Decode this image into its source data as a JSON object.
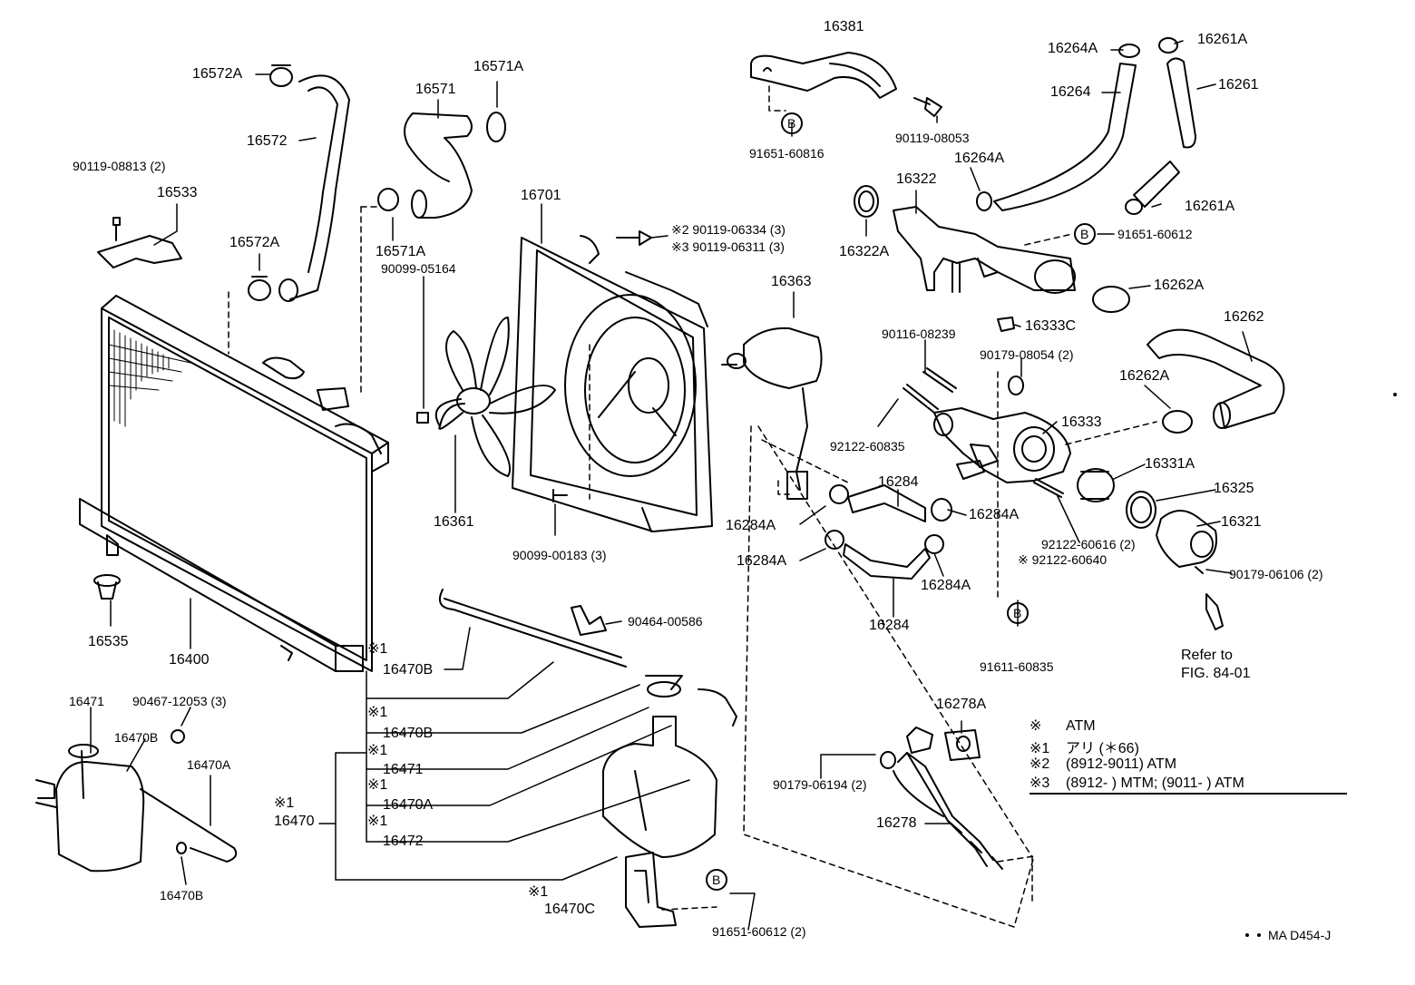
{
  "labels": {
    "p16381": "16381",
    "p16264A_a": "16264A",
    "p16261A_a": "16261A",
    "p16264": "16264",
    "p16261": "16261",
    "p90119_08053": "90119-08053",
    "p91651_60816": "91651-60816",
    "p16572A_a": "16572A",
    "p16571A_a": "16571A",
    "p16571": "16571",
    "p16572": "16572",
    "p90119_08813": "90119-08813 (2)",
    "p16533": "16533",
    "p16572A_b": "16572A",
    "p16571A_b": "16571A",
    "p16701": "16701",
    "p90119_06334": "※2 90119-06334 (3)",
    "p90119_06311": "※3 90119-06311 (3)",
    "p90099_05164": "90099-05164",
    "p16363": "16363",
    "p16264A_b": "16264A",
    "p16322": "16322",
    "p16322A": "16322A",
    "p16261A_b": "16261A",
    "p91651_60612": "91651-60612",
    "p16262A_a": "16262A",
    "p16262": "16262",
    "p16333C": "16333C",
    "p90116_08239": "90116-08239",
    "p90179_08054": "90179-08054 (2)",
    "p16262A_b": "16262A",
    "p16333": "16333",
    "p92122_60835": "92122-60835",
    "p16361": "16361",
    "p90099_00183": "90099-00183 (3)",
    "p16284_a": "16284",
    "p16284A_a": "16284A",
    "p16284A_b": "16284A",
    "p16284A_c": "16284A",
    "p16284A_d": "16284A",
    "p16284_b": "16284",
    "p16331A": "16331A",
    "p16325": "16325",
    "p16321": "16321",
    "p92122_60616": "92122-60616 (2)",
    "p92122_60640": "※ 92122-60640",
    "p90179_06106": "90179-06106 (2)",
    "p91611_60835": "91611-60835",
    "p_refer1": "Refer to",
    "p_refer2": "FIG. 84-01",
    "p16535": "16535",
    "p16400": "16400",
    "p90464_00586": "90464-00586",
    "p_mark1_a": "※1",
    "p16470B_a": "16470B",
    "p_mark1_b": "※1",
    "p16470B_b": "16470B",
    "p_mark1_c": "※1",
    "p16471_a": "16471",
    "p_mark1_d": "※1",
    "p16470A_a": "16470A",
    "p_mark1_e": "※1",
    "p16472": "16472",
    "p_mark1_f": "※1",
    "p16470": "16470",
    "p16471_b": "16471",
    "p90467_12053": "90467-12053 (3)",
    "p16470B_c": "16470B",
    "p16470A_b": "16470A",
    "p16470B_d": "16470B",
    "p_mark1_g": "※1",
    "p16470C": "16470C",
    "p91651_60612_2": "91651-60612 (2)",
    "p16278A": "16278A",
    "p90179_06194": "90179-06194 (2)",
    "p16278": "16278",
    "p_code": "MA D454-J"
  },
  "legend": [
    {
      "key": "※",
      "text": "ATM"
    },
    {
      "key": "※1",
      "text": "アリ (＊66)"
    },
    {
      "key": "※2",
      "text": "(8912-9011) ATM"
    },
    {
      "key": "※3",
      "text": "(8912-        ) MTM; (9011-        ) ATM"
    }
  ],
  "callouts": {
    "b1": "B",
    "b2": "B",
    "b3": "B",
    "b4": "B"
  }
}
